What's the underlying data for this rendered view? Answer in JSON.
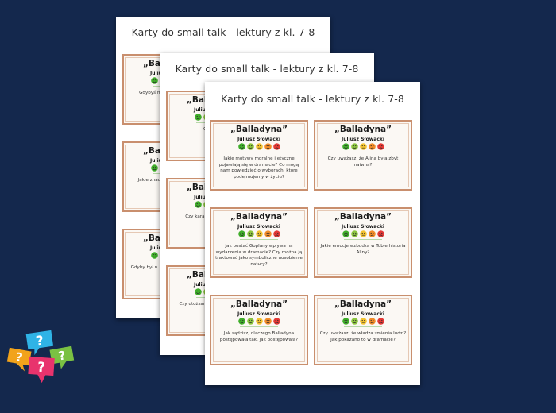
{
  "sheet_title": "Karty do small talk - lektury z kl. 7-8",
  "card_title": "„Balladyna”",
  "card_author": "Juliusz Słowacki",
  "rating_colors": [
    "#3fae2a",
    "#8cc63f",
    "#f4c430",
    "#f28c28",
    "#e53935"
  ],
  "back_sheet": {
    "cards": [
      {
        "question": "Gdybyś mógł… wydarzenie…"
      },
      {
        "question": "Jakie znacz… motyw ry… ba…"
      },
      {
        "question": "Gdyby był n… postąpiłby w… pomóc u…"
      }
    ]
  },
  "middle_sheet": {
    "cards": [
      {
        "question": "Co zrobił…"
      },
      {
        "question": "Czy kara, którą… była sp…"
      },
      {
        "question": "Czy utożsam… bohaterem \"Ba…"
      }
    ]
  },
  "front_sheet": {
    "cards": [
      {
        "question": "Jakie motywy moralne i etyczne pojawiają się w dramacie? Co mogą nam powiedzieć o wyborach, które podejmujemy w życiu?"
      },
      {
        "question": "Czy uważasz, że Alina była zbyt naiwna?"
      },
      {
        "question": "Jak postać Goplany wpływa na wydarzenia w dramacie? Czy można ją traktować jako symboliczne uosobienie natury?"
      },
      {
        "question": "Jakie emocje wzbudza w Tobie historia Aliny?"
      },
      {
        "question": "Jak sądzisz, dlaczego Balladyna postępowała tak, jak postępowała?"
      },
      {
        "question": "Czy uważasz, że władza zmienia ludzi? Jak pokazano to w dramacie?"
      }
    ]
  },
  "logo": {
    "bubbles": [
      {
        "glyph": "?",
        "color": "#2fb3e6"
      },
      {
        "glyph": "?",
        "color": "#f2a31b"
      },
      {
        "glyph": "?",
        "color": "#7ac143"
      },
      {
        "glyph": "?",
        "color": "#e8336d"
      }
    ]
  }
}
